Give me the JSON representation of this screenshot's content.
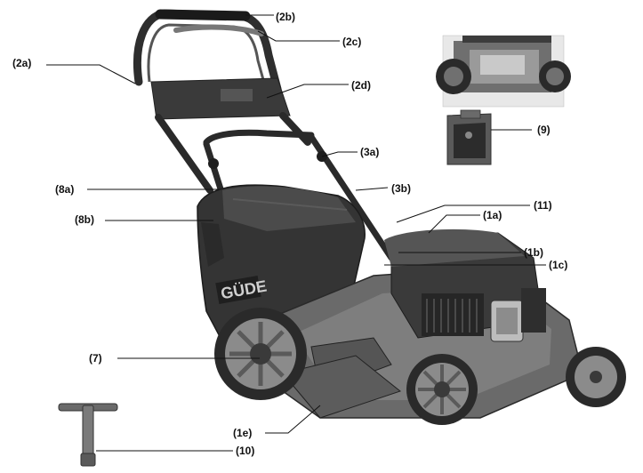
{
  "labels": {
    "l2a": "(2a)",
    "l2b": "(2b)",
    "l2c": "(2c)",
    "l2d": "(2d)",
    "l3a": "(3a)",
    "l3b": "(3b)",
    "l8a": "(8a)",
    "l8b": "(8b)",
    "l11": "(11)",
    "l1a": "(1a)",
    "l1b": "(1b)",
    "l1c": "(1c)",
    "l7": "(7)",
    "l1e": "(1e)",
    "l10": "(10)",
    "l9": "(9)"
  },
  "brand_text": "GÜDE"
}
